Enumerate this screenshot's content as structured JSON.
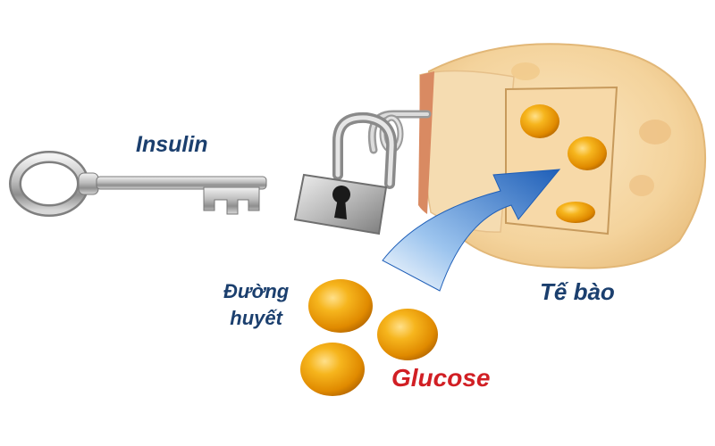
{
  "labels": {
    "insulin": "Insulin",
    "blood_line1": "Đường",
    "blood_line2": "huyết",
    "cell": "Tế bào",
    "glucose": "Glucose"
  },
  "icons": {
    "key": "key-icon",
    "padlock": "padlock-icon",
    "cell": "cell-icon",
    "arrow": "arrow-icon",
    "glucose": "glucose-molecule-icon"
  },
  "colors": {
    "label_text": "#1b3f6e",
    "glucose_text": "#d11f24",
    "glucose_ball": "#f2a400",
    "cell_body": "#f6d9a6",
    "arrow": "#2f6fc6"
  }
}
